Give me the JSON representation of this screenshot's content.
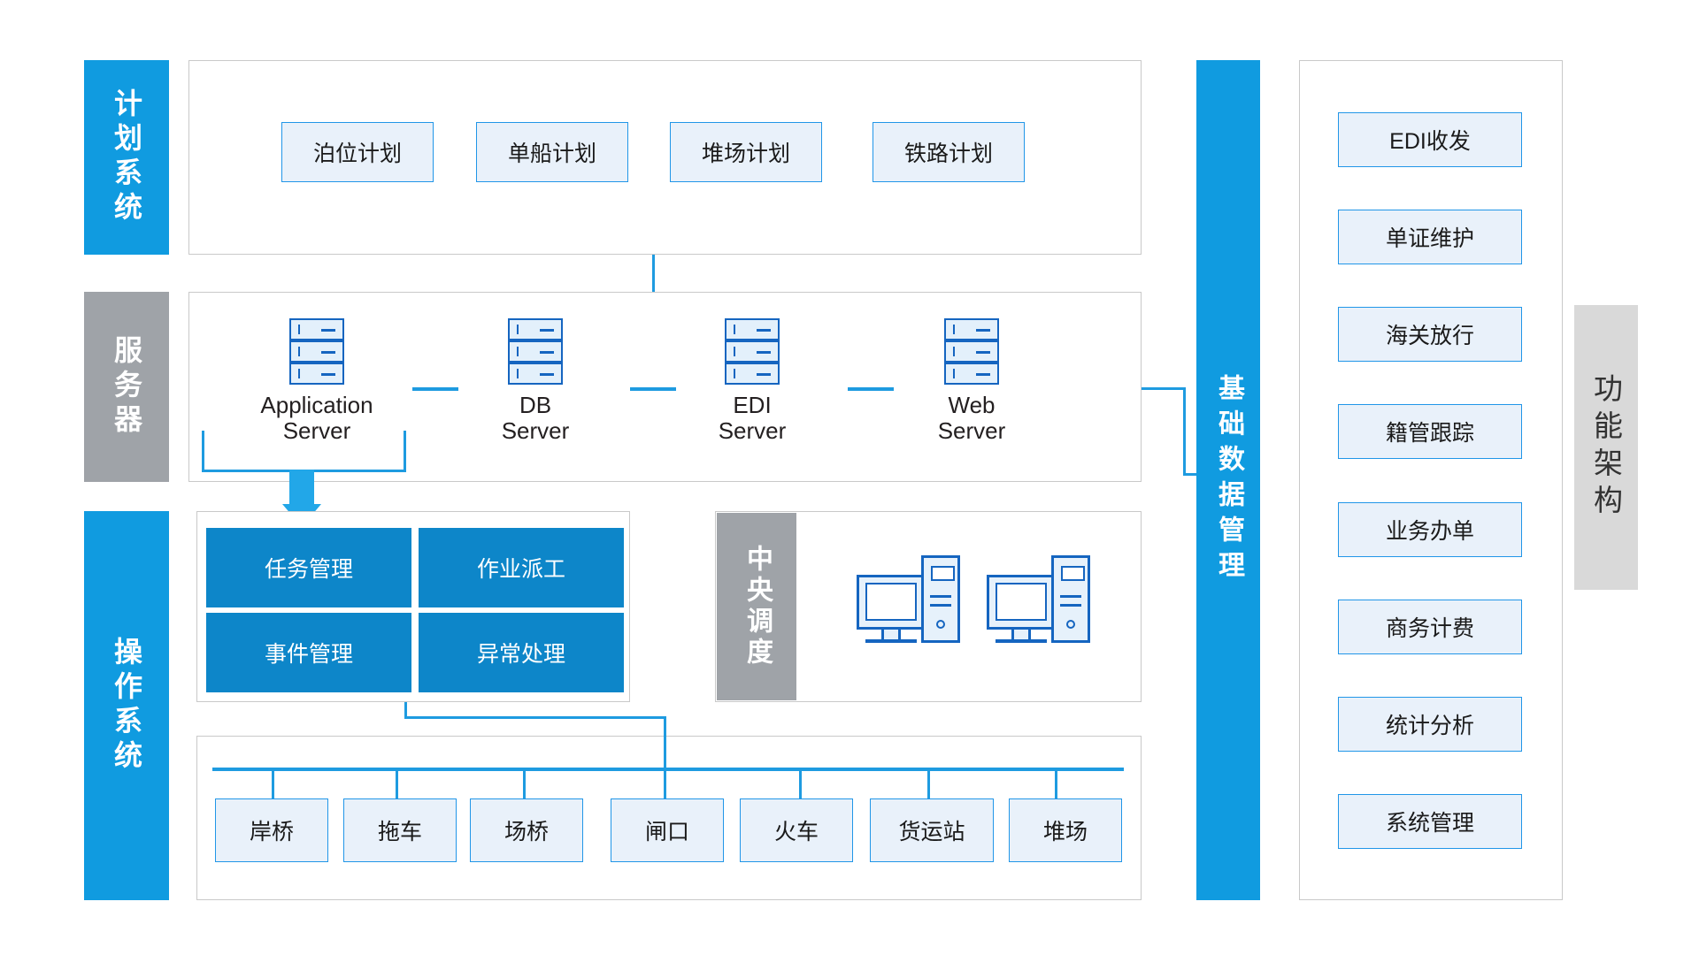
{
  "diagram": {
    "title_right": "功能架构",
    "layers": [
      {
        "key": "planning",
        "label": "计划系统",
        "style": "blue"
      },
      {
        "key": "server",
        "label": "服务器",
        "style": "gray"
      },
      {
        "key": "operation",
        "label": "操作系统",
        "style": "blue"
      }
    ]
  },
  "planning": {
    "items": [
      {
        "label": "泊位计划"
      },
      {
        "label": "单船计划"
      },
      {
        "label": "堆场计划"
      },
      {
        "label": "铁路计划"
      }
    ]
  },
  "servers": {
    "items": [
      {
        "name": "Application",
        "line2": "Server",
        "icon": "server-rack-icon"
      },
      {
        "name": "DB",
        "line2": "Server",
        "icon": "server-rack-icon"
      },
      {
        "name": "EDI",
        "line2": "Server",
        "icon": "server-rack-icon"
      },
      {
        "name": "Web",
        "line2": "Server",
        "icon": "server-rack-icon"
      }
    ]
  },
  "operation": {
    "modules": [
      {
        "label": "任务管理"
      },
      {
        "label": "作业派工"
      },
      {
        "label": "事件管理"
      },
      {
        "label": "异常处理"
      }
    ],
    "central_dispatch": "中央调度",
    "workstations": [
      {
        "icon": "desktop-computer-icon"
      },
      {
        "icon": "desktop-computer-icon"
      }
    ]
  },
  "equipment": {
    "items": [
      {
        "label": "岸桥"
      },
      {
        "label": "拖车"
      },
      {
        "label": "场桥"
      },
      {
        "label": "闸口"
      },
      {
        "label": "火车"
      },
      {
        "label": "货运站"
      },
      {
        "label": "堆场"
      }
    ]
  },
  "data_management": {
    "label": "基础数据管理",
    "items": [
      {
        "label": "EDI收发"
      },
      {
        "label": "单证维护"
      },
      {
        "label": "海关放行"
      },
      {
        "label": "籍管跟踪"
      },
      {
        "label": "业务办单"
      },
      {
        "label": "商务计费"
      },
      {
        "label": "统计分析"
      },
      {
        "label": "系统管理"
      }
    ]
  },
  "colors": {
    "accent_blue": "#109BE0",
    "solid_blue": "#0D86C9",
    "light_blue_fill": "#E9F1FA",
    "light_blue_border": "#2196E8",
    "gray_bar": "#9FA3A8",
    "light_gray_bar": "#D9D9D9",
    "panel_border": "#C9C9C9",
    "icon_blue": "#1565C0"
  }
}
